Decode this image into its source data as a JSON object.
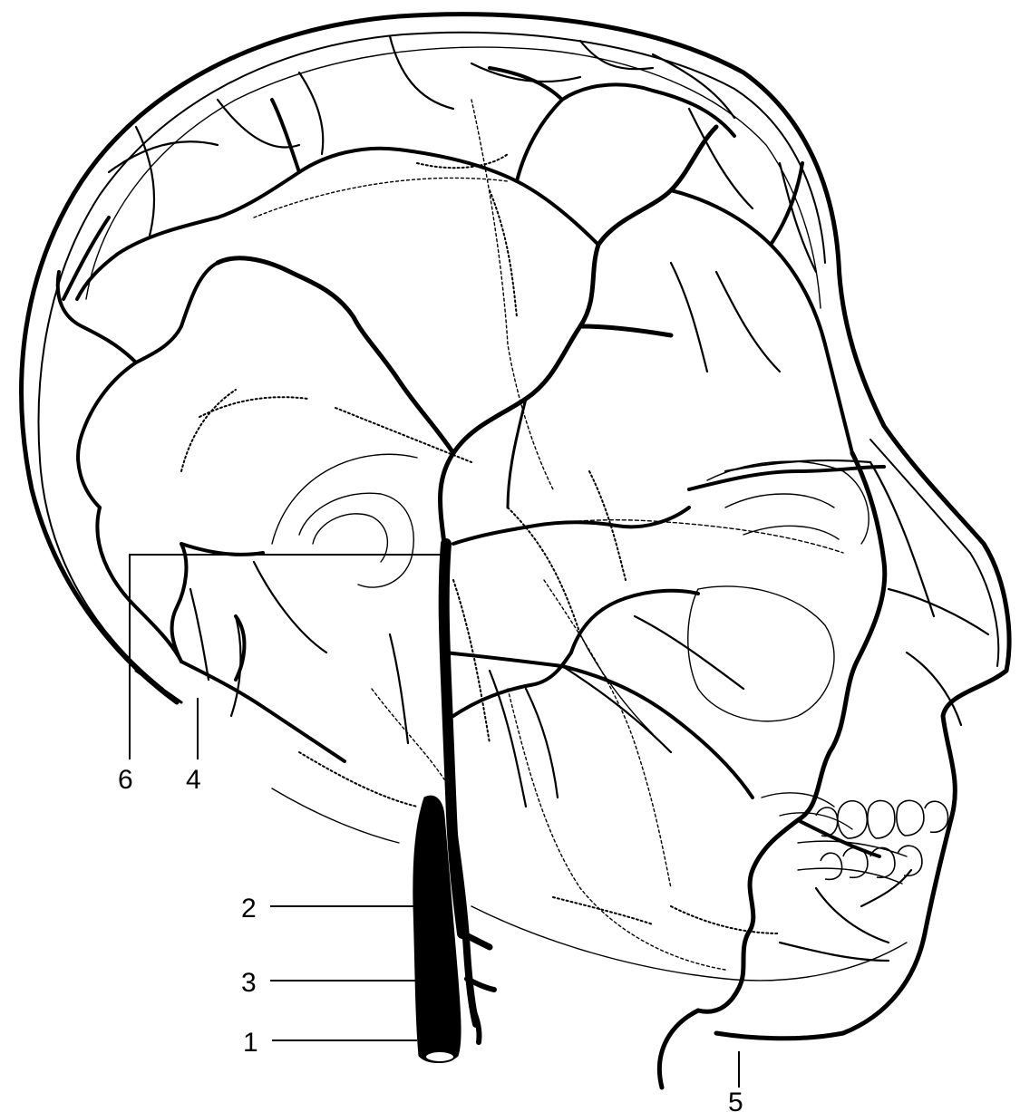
{
  "figure": {
    "labels": [
      "1",
      "2",
      "3",
      "4",
      "5",
      "6"
    ],
    "ink_color": "#000000",
    "background": "#ffffff"
  }
}
